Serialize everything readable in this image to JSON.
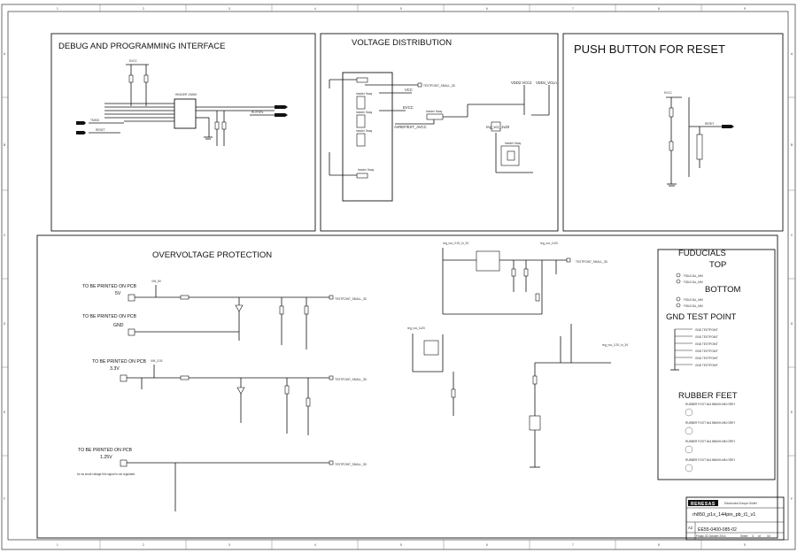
{
  "border": {
    "cols": [
      "1",
      "2",
      "3",
      "4",
      "5",
      "6",
      "7",
      "8",
      "9"
    ],
    "rows": [
      "A",
      "B",
      "C",
      "D",
      "E",
      "F"
    ]
  },
  "sections": {
    "debug": {
      "title": "DEBUG AND PROGRAMMING INTERFACE",
      "rail": "EVCC",
      "header": "HEADER 10WAY",
      "nets": [
        "TMS/D",
        "RESET"
      ],
      "outs": [
        "RL0TxRx",
        "TxRx"
      ]
    },
    "voltage": {
      "title": "VOLTAGE DISTRIBUTION",
      "rails": [
        "VCC",
        "EVCC",
        "AVREF/EXT_AVCC",
        "VDD2 VCC2",
        "VDDx_VCLn",
        "reg_vcc_1v20"
      ],
      "headers": [
        "header 3way",
        "header 3way",
        "header 3way",
        "header 3way",
        "header 3way",
        "header 3way"
      ],
      "testpoint": "TESTPOINT_SMALL_3D"
    },
    "reset": {
      "title": "PUSH BUTTON FOR RESET",
      "rail": "EVCC",
      "net": "RESET"
    },
    "ovp": {
      "title": "OVERVOLTAGE PROTECTION",
      "group1": {
        "heading": "TO BE PRINTED ON PCB",
        "value": "5V",
        "rail": "VIN_5V"
      },
      "group2": {
        "heading": "TO BE PRINTED ON PCB",
        "value": "GND"
      },
      "group3": {
        "heading": "TO BE PRINTED ON PCB",
        "value": "3.3V",
        "rail": "VIN_3.3V"
      },
      "group4": {
        "heading": "TO BE PRINTED ON PCB",
        "value": "1.25V",
        "note": "for as small voltage this signal is not regulated"
      },
      "testpoint": "TESTPOINT_SMALL_3D",
      "regs": [
        "reg_vcc_3.3V_in_3V",
        "reg_vcc_1v20",
        "reg_vcc_1v20",
        "reg_vcc_3.3V_in_3V"
      ]
    },
    "fiducials": {
      "title": "FUDUCIALS",
      "top": "TOP",
      "bottom": "BOTTOM",
      "gnd": "GND TEST POINT",
      "feet": "RUBBER FEET",
      "fid_item": "FIDUCIAL_MM",
      "gnd_item": "GND TESTPOINT",
      "feet_item": "RUBBER FOOT 8x3.5MM/H-MM GREY"
    }
  },
  "titleblock": {
    "company": "Electronics Europe GmbH",
    "logo": "RENESAS",
    "project": "rh850_p1x_144pin_pb_t1_v1",
    "size": "A2",
    "docno": "EE55-0400-085-02",
    "date": "Friday 23 October 2014",
    "sheet_label": "Sheet",
    "sheet": "3",
    "of": "of",
    "total": "16"
  }
}
